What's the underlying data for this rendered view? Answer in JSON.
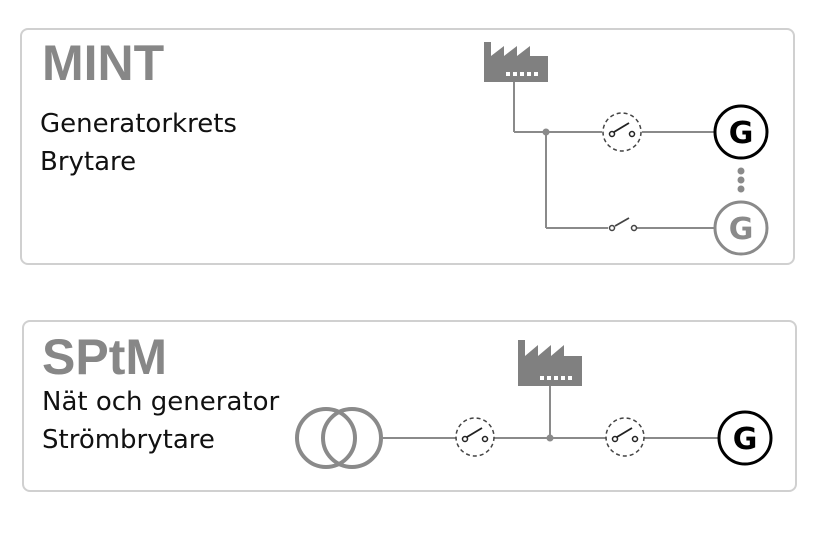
{
  "mint": {
    "title": "MINT",
    "line1": "Generatorkrets",
    "line2": "Brytare",
    "generator_label": "G",
    "standby_generator_label": "G"
  },
  "sptm": {
    "title": "SPtM",
    "line1": "Nät och generator",
    "line2": "Strömbrytare",
    "generator_label": "G"
  },
  "colors": {
    "title": "#878787",
    "border": "#d0d0d0",
    "wire": "#8a8a8a",
    "active_generator": "#000000",
    "inactive_generator": "#8a8a8a",
    "factory": "#808080"
  },
  "icons": [
    "factory-icon",
    "breaker-switch-icon",
    "generator-icon",
    "transformer-icon",
    "dots-icon"
  ]
}
